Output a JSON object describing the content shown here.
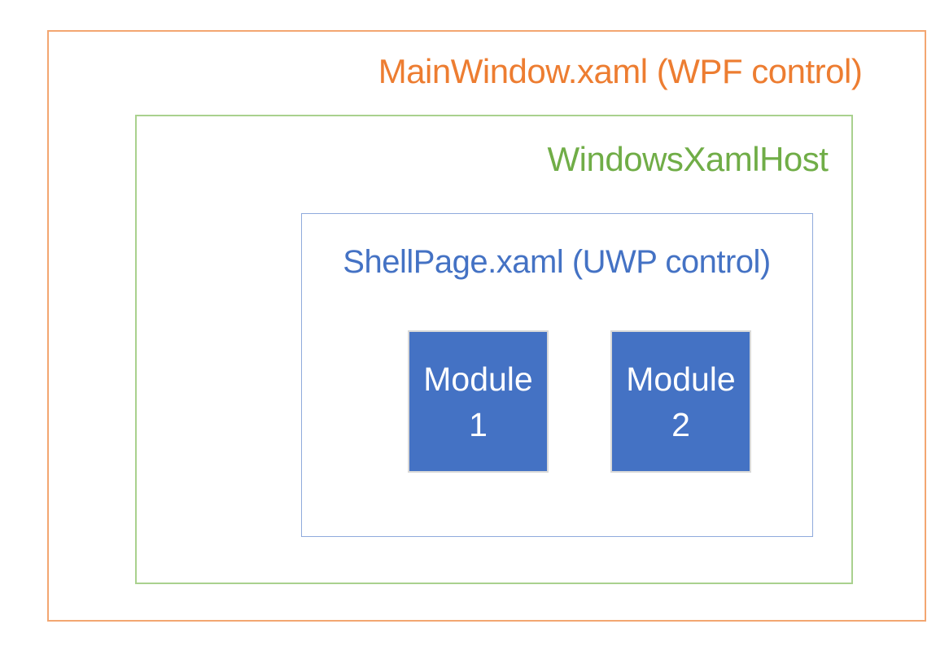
{
  "diagram": {
    "outer": {
      "label": "MainWindow.xaml (WPF control)",
      "text_color": "#ED7D31",
      "border_color": "#F3A671"
    },
    "xaml_host": {
      "label": "WindowsXamlHost",
      "text_color": "#70AD47",
      "border_color": "#A9D18E"
    },
    "shell_page": {
      "label": "ShellPage.xaml (UWP control)",
      "text_color": "#4472C4",
      "border_color": "#8FAADC"
    },
    "modules": [
      {
        "label_line1": "Module",
        "label_line2": "1",
        "fill_color": "#4472C4",
        "border_color": "#D9D9D9",
        "text_color": "#FFFFFF"
      },
      {
        "label_line1": "Module",
        "label_line2": "2",
        "fill_color": "#4472C4",
        "border_color": "#D9D9D9",
        "text_color": "#FFFFFF"
      }
    ],
    "background_color": "#FFFFFF"
  }
}
